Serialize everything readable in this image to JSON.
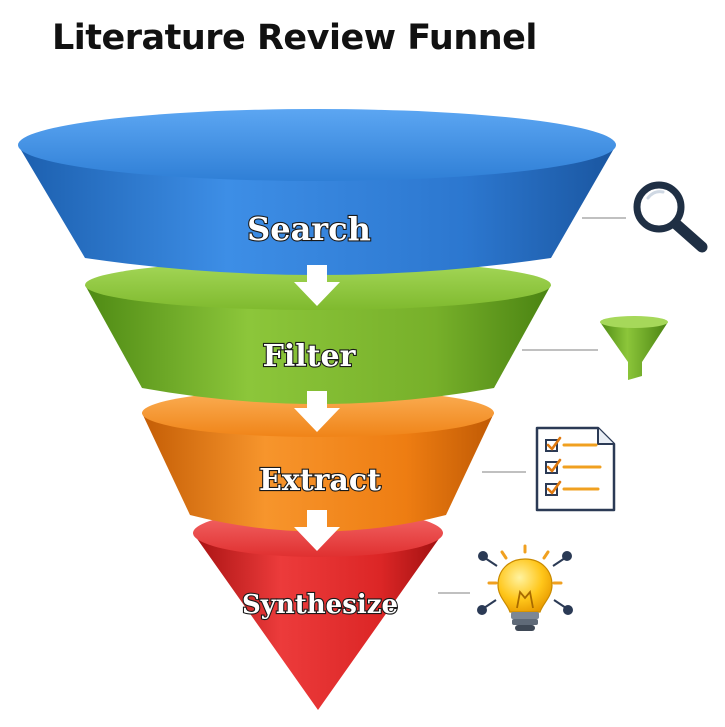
{
  "title": "Literature Review Funnel",
  "stages": [
    {
      "label": "Search",
      "color": "#2f7fd6",
      "icon": "magnifier-icon"
    },
    {
      "label": "Filter",
      "color": "#79b52a",
      "icon": "funnel-icon"
    },
    {
      "label": "Extract",
      "color": "#ee7d12",
      "icon": "checklist-document-icon"
    },
    {
      "label": "Synthesize",
      "color": "#dc2626",
      "icon": "lightbulb-idea-icon"
    }
  ]
}
